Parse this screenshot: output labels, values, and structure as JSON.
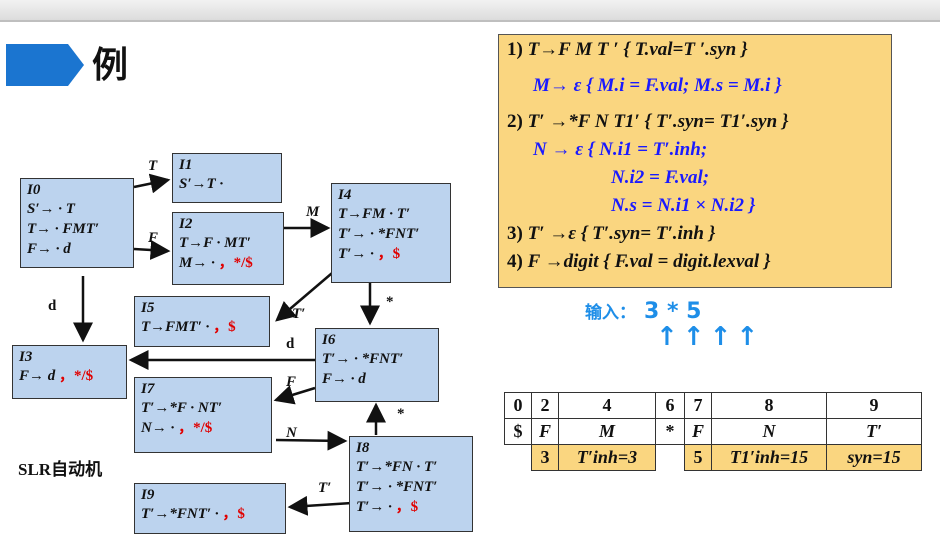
{
  "title": "例",
  "slr_label": "SLR自动机",
  "states": {
    "I0": {
      "name": "I0",
      "lines": [
        "S′→ · T",
        "T→ · FMT′",
        "F→ · d"
      ]
    },
    "I1": {
      "name": "I1",
      "lines": [
        "S′→T ·"
      ]
    },
    "I2": {
      "name": "I2",
      "lines": [
        "T→F · MT′",
        "M→ · "
      ],
      "la": "，*/$"
    },
    "I3": {
      "name": "I3",
      "lines": [
        "F→ d "
      ],
      "la": "，*/$"
    },
    "I4": {
      "name": "I4",
      "lines": [
        "T→FM · T′",
        "T′→ · *FNT′",
        "T′→ · "
      ],
      "la": "，$"
    },
    "I5": {
      "name": "I5",
      "lines": [
        "T→FMT′ · "
      ],
      "la": "，$"
    },
    "I6": {
      "name": "I6",
      "lines": [
        "T′→ · *FNT′",
        "F→ · d"
      ]
    },
    "I7": {
      "name": "I7",
      "lines": [
        "T′→*F · NT′",
        "N→ · "
      ],
      "la": "，*/$"
    },
    "I8": {
      "name": "I8",
      "lines": [
        "T′→*FN · T′",
        "T′→ · *FNT′",
        "T′→ · "
      ],
      "la": "，$"
    },
    "I9": {
      "name": "I9",
      "lines": [
        "T′→*FNT′ · "
      ],
      "la": "，$"
    }
  },
  "edge_labels": {
    "t": "T",
    "f": "F",
    "m": "M",
    "d1": "d",
    "tp1": "T′",
    "star1": "*",
    "d2": "d",
    "f2": "F",
    "n": "N",
    "star2": "*",
    "tp2": "T′"
  },
  "rules": {
    "r1_num": "1)",
    "r1": "T→F M T ′ { T.val=T ′.syn }",
    "r1b": "M→ ε { M.i = F.val; M.s = M.i }",
    "r2_num": "2)",
    "r2": "T′ →*F N T1′ { T′.syn= T1′.syn }",
    "r2b": "N → ε { N.i1 = T′.inh;",
    "r2c": "N.i2 = F.val;",
    "r2d": "N.s = N.i1 × N.i2 }",
    "r3_num": "3)",
    "r3": "T′ →ε { T′.syn= T′.inh }",
    "r4_num": "4)",
    "r4": "F →digit { F.val = digit.lexval }"
  },
  "input": {
    "label": "输入：",
    "value": "3 * 5",
    "pointers": "↑↑↑↑"
  },
  "stack": {
    "states": [
      "0",
      "2",
      "4",
      "6",
      "7",
      "8",
      "9"
    ],
    "symbols": [
      "$",
      "F",
      "M",
      "*",
      "F",
      "N",
      "T′"
    ],
    "attrs": [
      "",
      "3",
      "T′inh=3",
      "",
      "5",
      "T1′inh=15",
      "syn=15"
    ]
  },
  "colors": {
    "state_fill": "#bcd3ee",
    "rules_fill": "#fad680",
    "lookahead": "#e00000",
    "production_blue": "#1a1aff",
    "input_blue": "#1e8ee8",
    "title_blue": "#1b75d0"
  }
}
